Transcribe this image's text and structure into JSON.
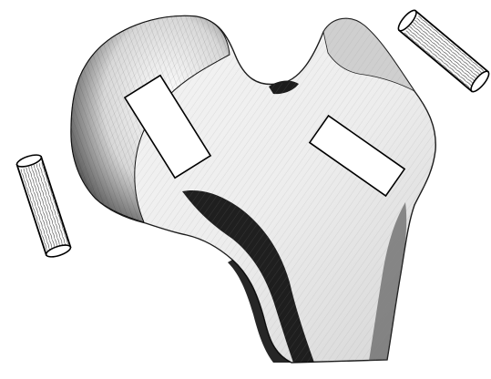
{
  "figure": {
    "subject": "proximal-femur-illustration",
    "colors": {
      "background": "#ffffff",
      "ink": "#000000",
      "bone_light": "#f6f6f6",
      "bone_mid": "#d9d9d9",
      "bone_dark": "#6f6f6f",
      "slot_fill": "#ffffff",
      "dowel_fill": "#ffffff"
    },
    "elements": {
      "bone": "femur-head-and-neck",
      "slots": [
        "neck-slot-rectangle",
        "trochanter-slot-rectangle"
      ],
      "dowels": [
        "left-dowel-cylinder",
        "right-dowel-cylinder"
      ]
    }
  }
}
